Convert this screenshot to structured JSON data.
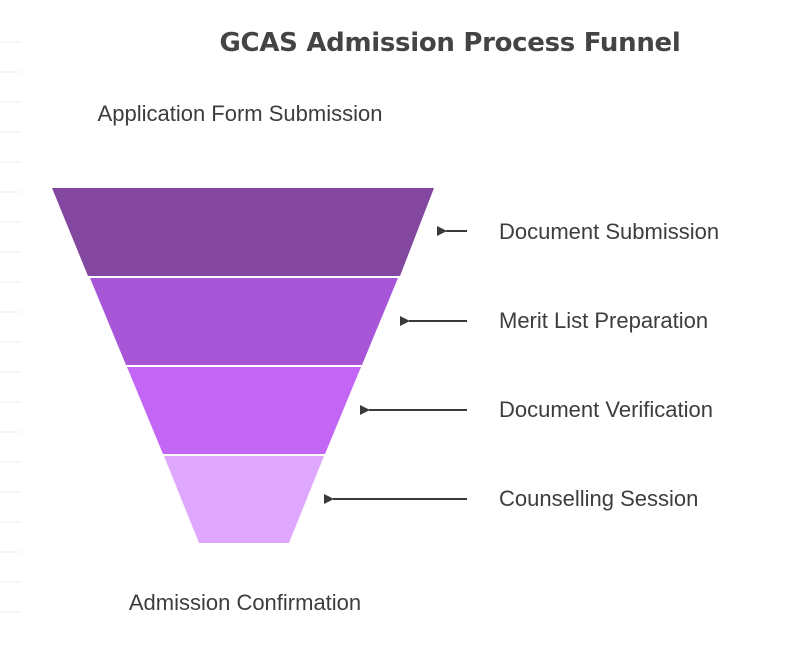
{
  "title": "GCAS Admission Process Funnel",
  "top_label": "Application Form Submission",
  "bottom_label": "Admission Confirmation",
  "stages": [
    {
      "label": "Document Submission",
      "color": "#8347a0"
    },
    {
      "label": "Merit List Preparation",
      "color": "#a756d7"
    },
    {
      "label": "Document Verification",
      "color": "#c466f5"
    },
    {
      "label": "Counselling Session",
      "color": "#e0a7ff"
    }
  ],
  "arrow_color": "#3a3a3a"
}
